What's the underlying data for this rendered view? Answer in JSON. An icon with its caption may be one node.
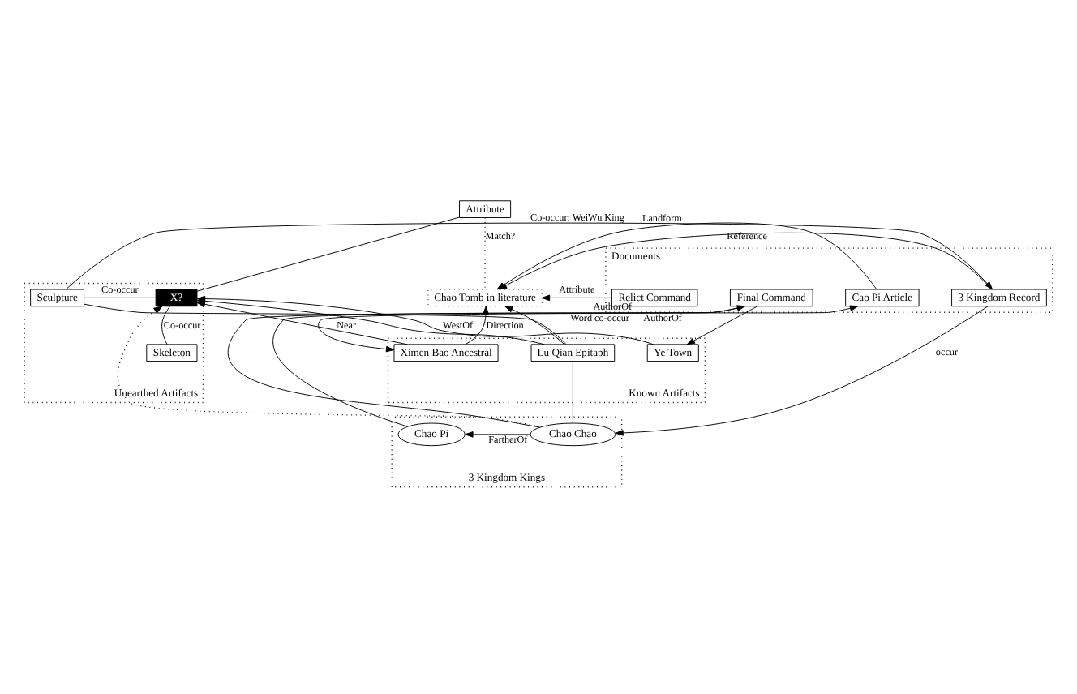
{
  "diagram": {
    "nodes": [
      {
        "text": [
          "Documents"
        ]
      },
      {
        "text": [
          "3 Kingdom Record"
        ],
        "in": 0
      },
      {
        "text": [
          "Cao Pi Article"
        ],
        "in": 0
      },
      {
        "text": [
          "Relict Command"
        ],
        "in": 0
      },
      {
        "text": [
          "Final Command"
        ],
        "in": 0
      },
      {
        "text": [
          "Unearthed Artifacts"
        ]
      },
      {
        "text": [
          "X?"
        ],
        "in": 5
      },
      {
        "text": [
          "Sculpture"
        ],
        "in": 5
      },
      {
        "text": [
          "Skeleton"
        ],
        "in": 5
      },
      {
        "text": [
          "Attribute"
        ]
      },
      {
        "text": [
          "Chao Tomb in literature"
        ]
      },
      {
        "text": [
          "3 Kingdom Kings"
        ]
      },
      {
        "text": [
          "Chao Chao"
        ],
        "in": 11
      },
      {
        "text": [
          "Chao Pi"
        ],
        "in": 11
      },
      {
        "text": [
          "Known Artifacts"
        ]
      },
      {
        "text": [
          "Ximen Bao Ancestral"
        ],
        "in": 14
      },
      {
        "text": [
          "Ye Town"
        ],
        "in": 14
      },
      {
        "text": [
          "Lu Qian Epitaph"
        ],
        "in": 14
      }
    ],
    "edges": [
      {
        "from": 7,
        "to": 1,
        "arrow": "to",
        "label": "Co-occur: WeiWu King"
      },
      {
        "from": 9,
        "to": 6,
        "arrow": "none"
      },
      {
        "from": 6,
        "to": 7,
        "arrow": "none",
        "label": "Co-occur"
      },
      {
        "from": 6,
        "to": 8,
        "arrow": "none",
        "label": "Co-occur"
      },
      {
        "from": 1,
        "to": 10,
        "arrow": "to",
        "label": "Reference"
      },
      {
        "from": 9,
        "to": 10,
        "arrow": "none",
        "label": "Match?",
        "style": "dashed"
      },
      {
        "from": 1,
        "to": 12,
        "arrow": "to",
        "label": "occur"
      },
      {
        "from": 2,
        "to": 10,
        "arrow": "to",
        "label": "Landform"
      },
      {
        "from": 3,
        "to": 10,
        "arrow": "to",
        "label": "Attribute"
      },
      {
        "from": 4,
        "to": 15,
        "arrow": "to",
        "label": "Word co-occur"
      },
      {
        "from": 4,
        "to": 16,
        "arrow": "to"
      },
      {
        "from": 12,
        "to": 4,
        "arrow": "to",
        "label": "AuthorOf"
      },
      {
        "from": 13,
        "to": 2,
        "arrow": "to",
        "label": "AuthorOf"
      },
      {
        "from": 12,
        "to": 13,
        "arrow": "to",
        "label": "FartherOf"
      },
      {
        "from": 12,
        "to": 6,
        "arrow": "to",
        "style": "dashed"
      },
      {
        "from": 17,
        "to": 10,
        "arrow": "to"
      },
      {
        "from": 17,
        "to": 6,
        "arrow": "to"
      },
      {
        "from": 16,
        "to": 6,
        "arrow": "to",
        "label": "WestOf"
      },
      {
        "from": 15,
        "to": 6,
        "arrow": "to",
        "label": "Near"
      },
      {
        "from": 15,
        "to": 10,
        "arrow": "to",
        "label": "Direction"
      },
      {
        "from": 17,
        "to": 7,
        "arrow": "none"
      },
      {
        "from": 12,
        "to": 17,
        "arrow": "none"
      }
    ]
  }
}
